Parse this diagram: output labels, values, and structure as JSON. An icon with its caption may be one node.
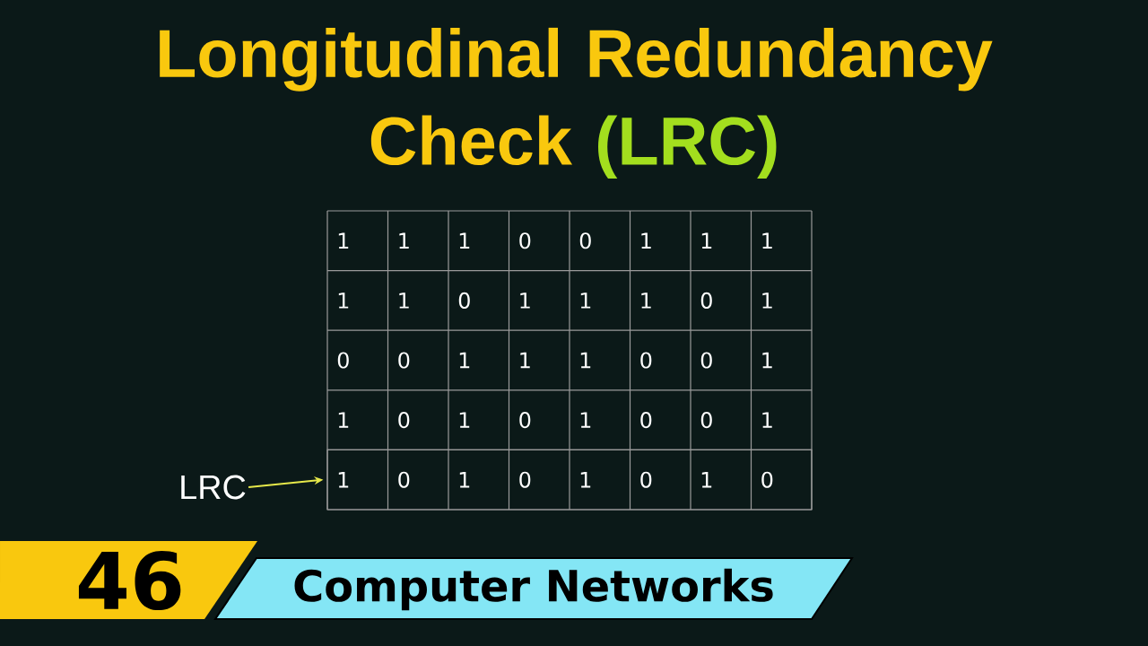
{
  "diagram": {
    "title": "Longitudinal Redundancy Check",
    "nodes": [
      {
        "text": [
          "LRC"
        ]
      },
      {
        "text": [],
        "shape": "box"
      },
      {
        "text": [
          "46"
        ]
      },
      {
        "text": [
          "Computer Networks"
        ]
      }
    ],
    "edges": [
      {
        "from": 0,
        "to": 1,
        "arrow": "to",
        "color": "#e6e84a"
      }
    ],
    "labels": [
      "(LRC)",
      "1",
      "1",
      "1",
      "0",
      "0",
      "1",
      "1",
      "1",
      "1",
      "1",
      "0",
      "1",
      "1",
      "1",
      "0",
      "1",
      "0",
      "0",
      "1",
      "1",
      "1",
      "0",
      "0",
      "1",
      "1",
      "0",
      "1",
      "0",
      "1",
      "0",
      "0",
      "1",
      "1",
      "0",
      "1",
      "0",
      "1",
      "0",
      "1",
      "0"
    ]
  }
}
